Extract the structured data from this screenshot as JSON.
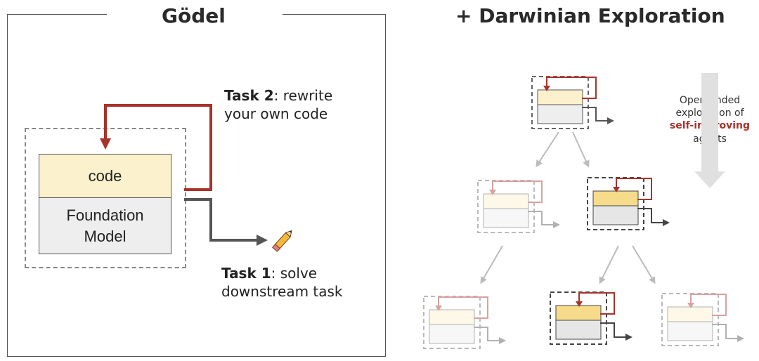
{
  "left_panel": {
    "title": "Gödel",
    "code_label": "code",
    "foundation_label_line1": "Foundation",
    "foundation_label_line2": "Model",
    "task2_bold": "Task 2",
    "task2_rest_line1": ": rewrite",
    "task2_line2": "your own code",
    "task1_bold": "Task 1",
    "task1_rest_line1": ": solve",
    "task1_line2": "downstream task",
    "pencil_icon": "pencil-icon"
  },
  "right_panel": {
    "title": "+ Darwinian Exploration",
    "note_line1": "Open-ended",
    "note_line2": "exploration of",
    "note_highlight": "self-improving",
    "note_line3": "agents"
  },
  "colors": {
    "code_fill": "#fbf1cc",
    "code_fill_active": "#f6dc8a",
    "foundation_fill": "#eeeeee",
    "rewrite_arrow": "#a8332c",
    "solve_arrow": "#555555",
    "tree_arrow": "#bbbbbb",
    "highlight_text": "#a8332c"
  }
}
